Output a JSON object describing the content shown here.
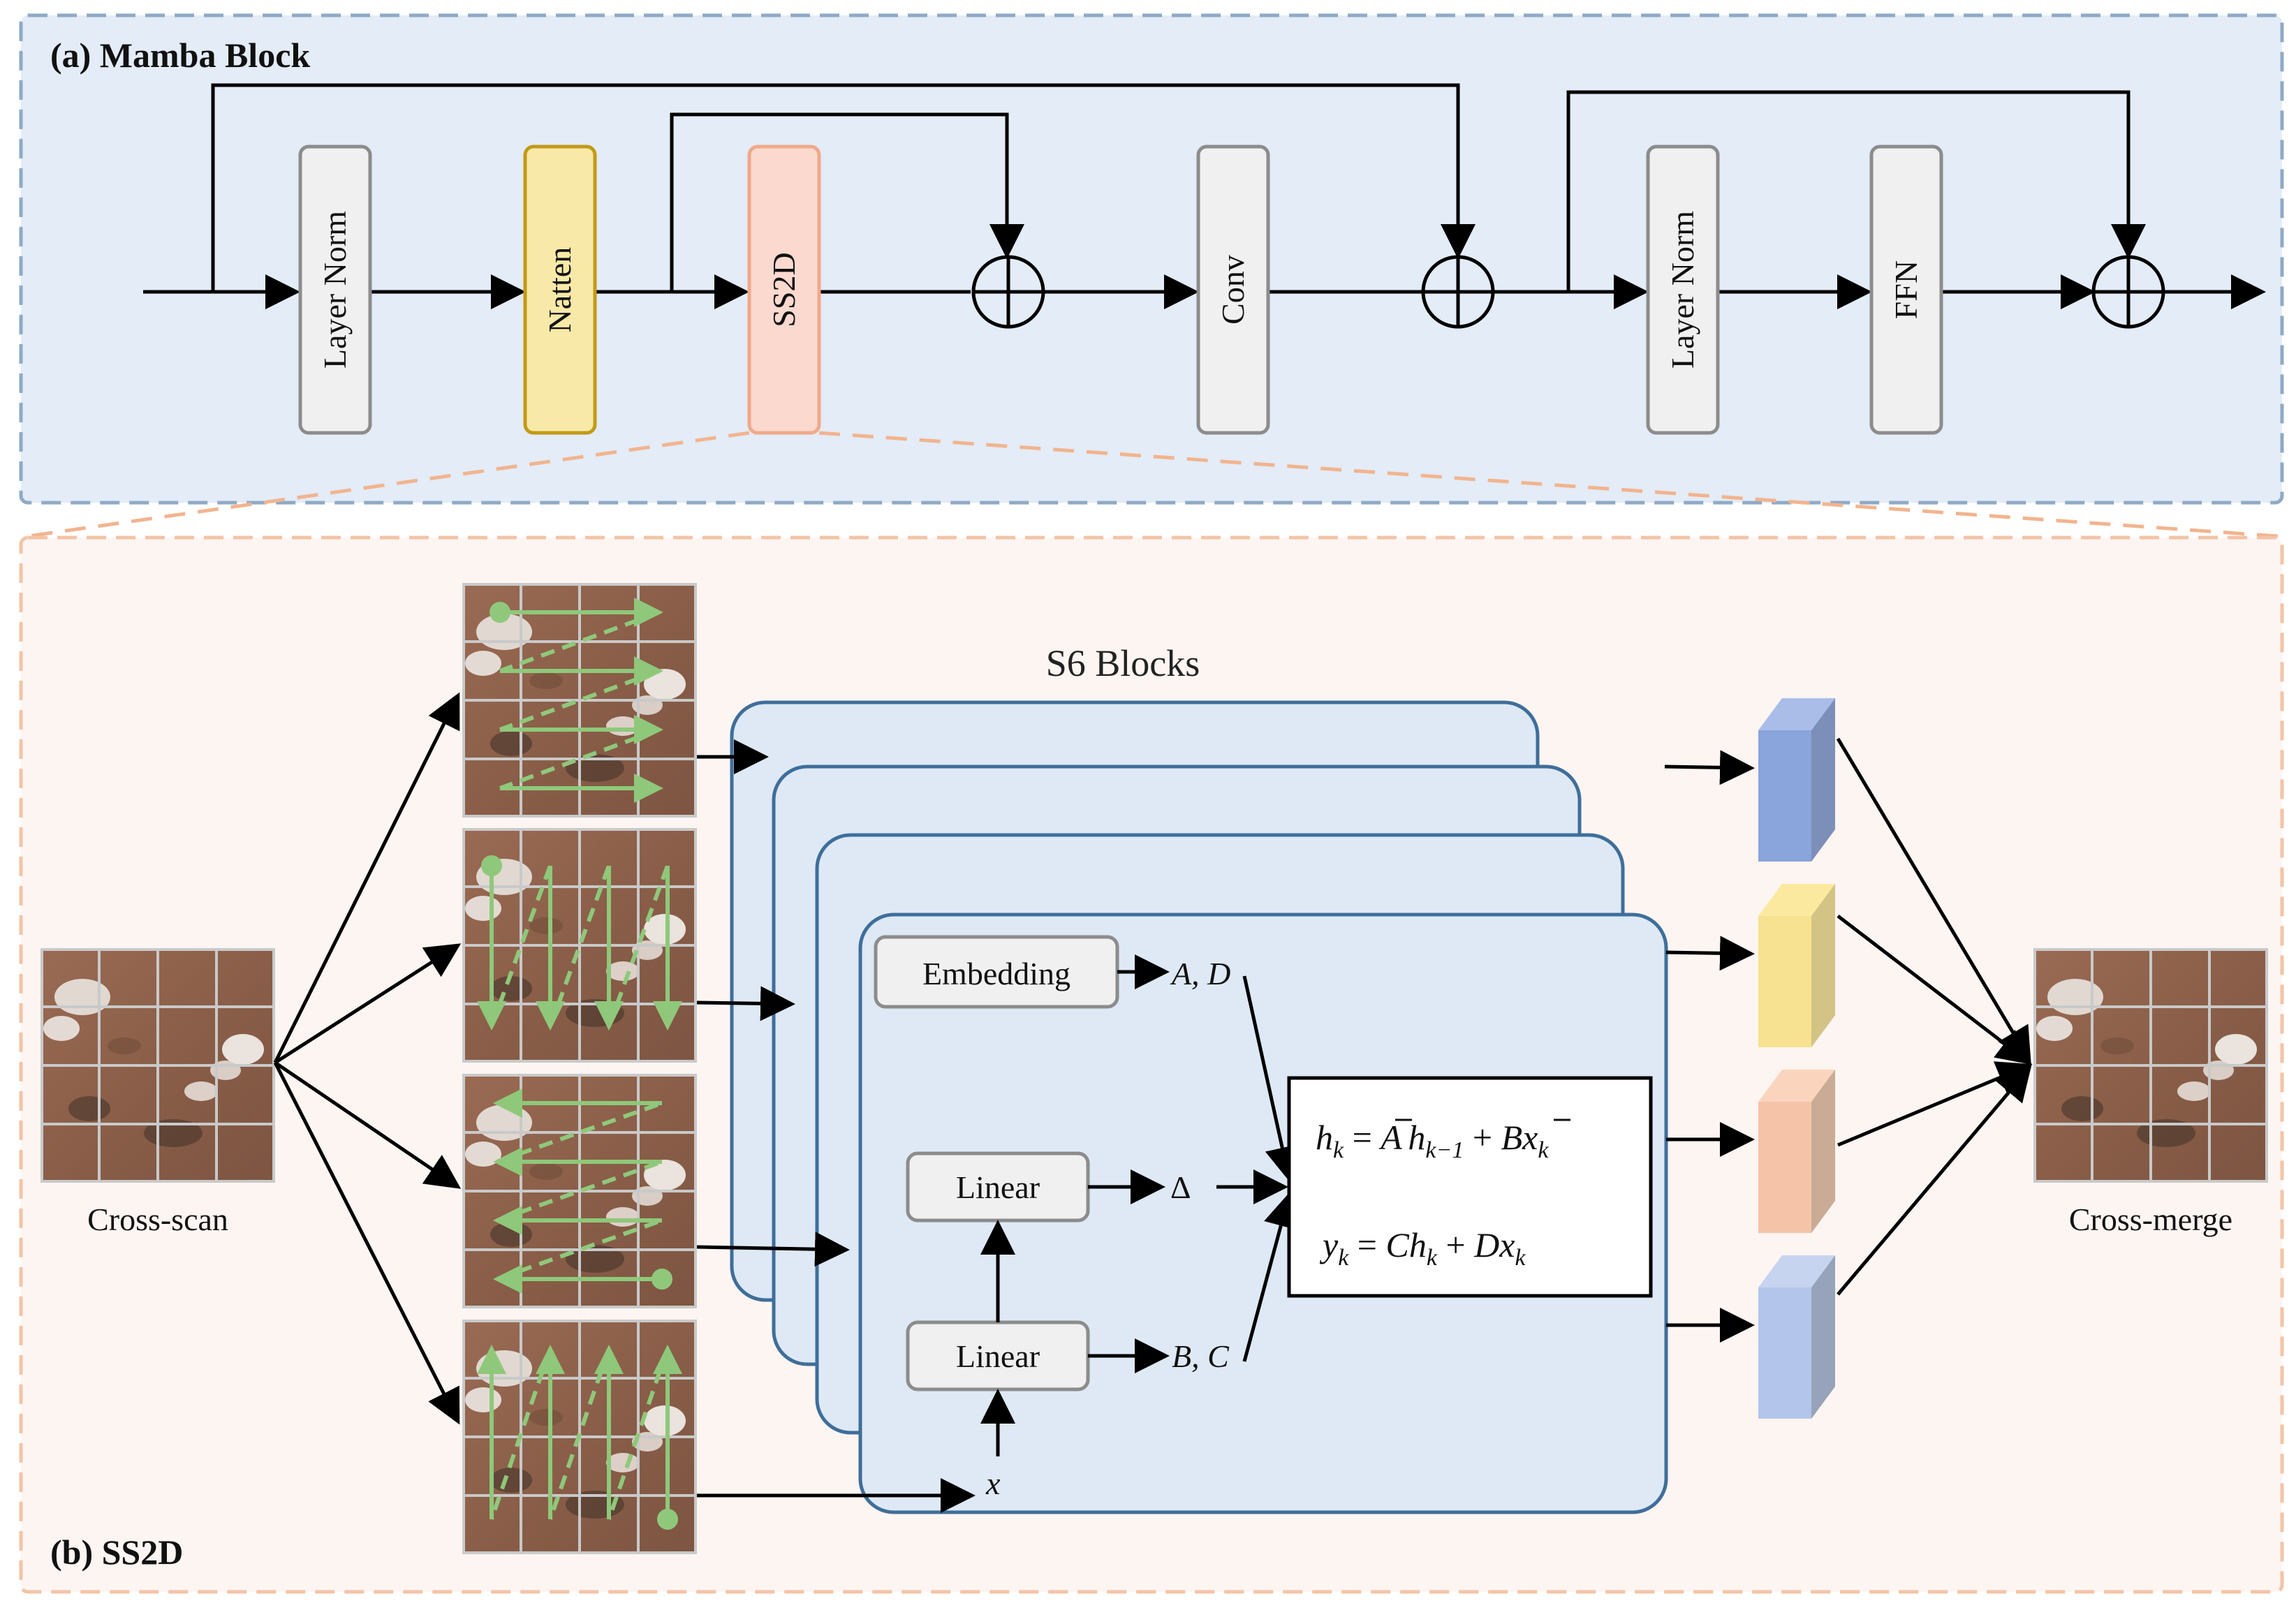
{
  "mamba_block": {
    "title": "(a) Mamba Block",
    "modules": [
      "Layer Norm",
      "Natten",
      "SS2D",
      "Conv",
      "Layer Norm",
      "FFN"
    ]
  },
  "ss2d": {
    "title": "(b) SS2D",
    "s6_title": "S6 Blocks",
    "cross_scan_label": "Cross-scan",
    "cross_merge_label": "Cross-merge",
    "embedding_label": "Embedding",
    "linear_top_label": "Linear",
    "linear_bottom_label": "Linear",
    "symbol_AD": "A, D",
    "symbol_delta": "Δ",
    "symbol_BC": "B, C",
    "symbol_x": "x"
  },
  "colors": {
    "mamba_bg": "#e3ecf7",
    "ss2d_bg": "#fdf5f2",
    "gray_box": "#f0f0f0",
    "natten_box": "#f8e9a8",
    "ss2d_box": "#fbd9cf",
    "s6_panel": "#dee9f5",
    "scan_arrow": "#8fc87a"
  }
}
